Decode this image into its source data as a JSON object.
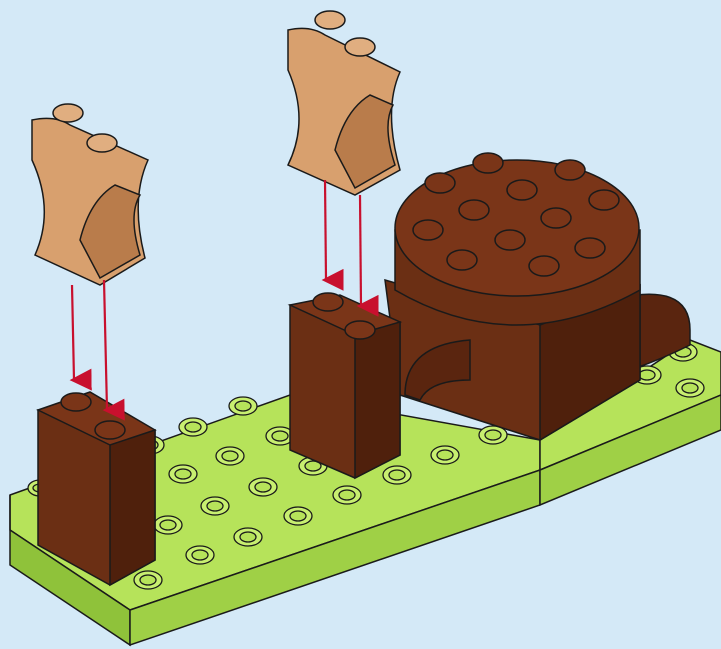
{
  "scene": {
    "description_kind": "assembly-step-illustration",
    "parts_to_place": 2,
    "arrows": 4
  },
  "colors": {
    "background": "#d4e9f7",
    "baseplate": "#b6e35a",
    "baseplate_side": "#8fc23a",
    "brown_brick": "#6b2f14",
    "brown_brick_dark": "#4f200c",
    "tan_piece": "#d8a06e",
    "tan_piece_dark": "#b97c4b",
    "arrow": "#c8102e",
    "outline": "#1a1a1a"
  }
}
